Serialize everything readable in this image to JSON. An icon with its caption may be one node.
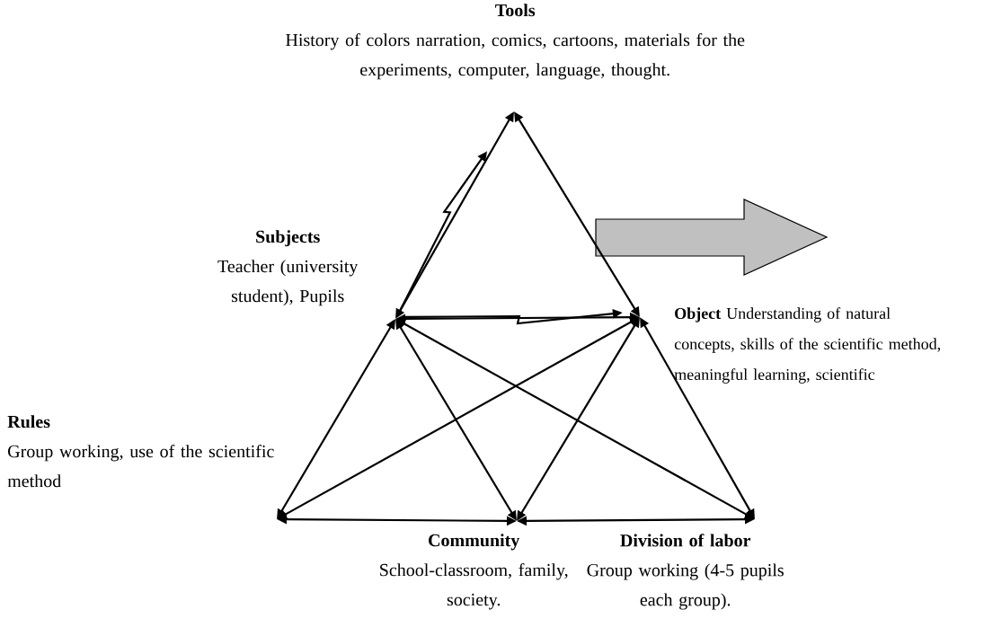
{
  "diagram": {
    "nodes": [
      {
        "text": [
          "Tools",
          "History of colors narration, comics, cartoons, materials for the experiments, computer, language, thought."
        ]
      },
      {
        "text": [
          "Subjects",
          "Teacher (university student), Pupils"
        ]
      },
      {
        "text": [
          "**Object** Understanding of natural concepts, skills of the scientific method, meaningful learning, scientific"
        ]
      },
      {
        "text": [
          "Rules",
          "Group working, use of the scientific method"
        ]
      },
      {
        "text": [
          "Community",
          "School-classroom, family, society."
        ]
      },
      {
        "text": [
          "Division of labor",
          "Group working (4-5 pupils each group)."
        ]
      }
    ],
    "edges": [
      {
        "from": 0,
        "to": 1,
        "arrow": "both"
      },
      {
        "from": 1,
        "to": null,
        "arrow": "to"
      },
      {
        "from": 0,
        "to": 2,
        "arrow": "both"
      },
      {
        "from": 1,
        "to": 2,
        "arrow": "both"
      },
      {
        "from": 1,
        "to": 2,
        "arrow": "to"
      },
      {
        "from": 1,
        "to": 3,
        "arrow": "both"
      },
      {
        "from": 1,
        "to": 4,
        "arrow": "both"
      },
      {
        "from": 1,
        "to": 5,
        "arrow": "both"
      },
      {
        "from": 2,
        "to": 3,
        "arrow": "both"
      },
      {
        "from": 2,
        "to": 4,
        "arrow": "both"
      },
      {
        "from": 2,
        "to": 5,
        "arrow": "both"
      },
      {
        "from": 3,
        "to": 4,
        "arrow": "both"
      },
      {
        "from": 4,
        "to": 5,
        "arrow": "both"
      }
    ]
  }
}
